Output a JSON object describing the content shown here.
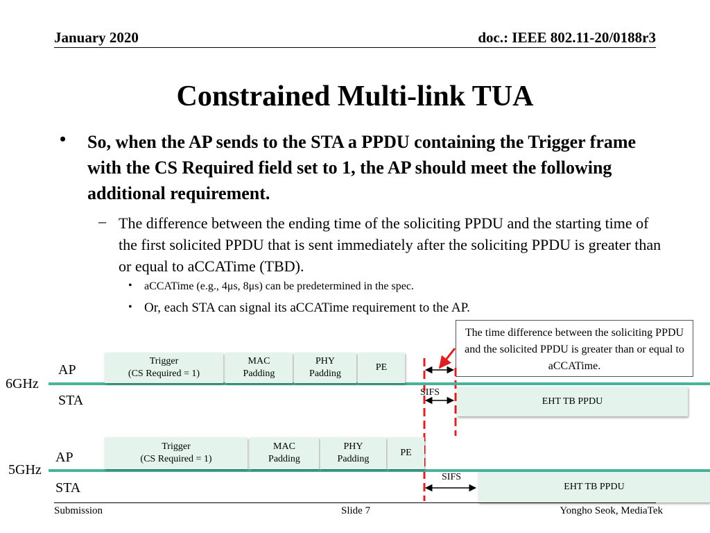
{
  "header": {
    "date": "January 2020",
    "doc": "doc.: IEEE 802.11-20/0188r3"
  },
  "title": "Constrained Multi-link TUA",
  "bullets": {
    "main_marker": "•",
    "main": "So, when the AP sends to the STA a PPDU containing the Trigger frame with the CS Required field set to 1, the AP should meet the following additional requirement.",
    "sub_marker": "–",
    "sub": "The difference between the ending time of the soliciting PPDU and the starting time of the first solicited PPDU that is sent immediately after the soliciting PPDU is greater than or equal to aCCATime (TBD).",
    "sub_sub_marker": "•",
    "sub_sub": [
      "aCCATime (e.g., 4μs, 8μs) can be predetermined in the spec.",
      "Or, each STA can signal its aCCATime requirement to the AP."
    ]
  },
  "diagram": {
    "callout": "The time difference between the soliciting PPDU and the solicited PPDU is greater than or equal to aCCATime.",
    "band_6ghz": {
      "band_label": "6GHz",
      "ap_label": "AP",
      "sta_label": "STA",
      "trigger_line1": "Trigger",
      "trigger_line2": "(CS Required = 1)",
      "mac_line1": "MAC",
      "mac_line2": "Padding",
      "phy_line1": "PHY",
      "phy_line2": "Padding",
      "pe": "PE",
      "sifs": "SIFS",
      "eht": "EHT TB PPDU"
    },
    "band_5ghz": {
      "band_label": "5GHz",
      "ap_label": "AP",
      "sta_label": "STA",
      "trigger_line1": "Trigger",
      "trigger_line2": "(CS Required = 1)",
      "mac_line1": "MAC",
      "mac_line2": "Padding",
      "phy_line1": "PHY",
      "phy_line2": "Padding",
      "pe": "PE",
      "sifs": "SIFS",
      "eht": "EHT TB PPDU"
    },
    "colors": {
      "frame_fill": "#e4f3ec",
      "band_line": "#46b39a",
      "marker": "#e02020"
    }
  },
  "footer": {
    "left": "Submission",
    "center": "Slide 7",
    "right": "Yongho Seok, MediaTek"
  }
}
